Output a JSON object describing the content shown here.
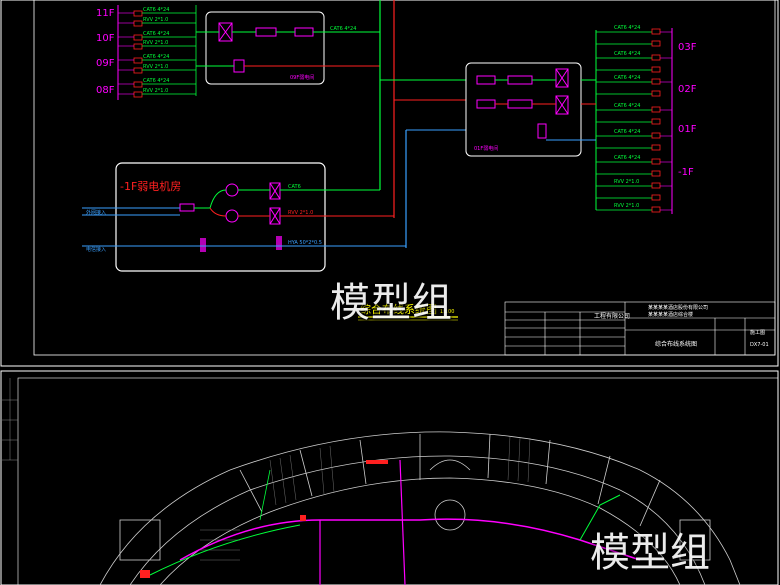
{
  "top_drawing": {
    "floor_labels_left": [
      "11F",
      "10F",
      "09F",
      "08F"
    ],
    "floor_labels_right": [
      "03F",
      "02F",
      "01F",
      "-1F"
    ],
    "room_title": "-1F弱电机房",
    "cabinet_09": "09F弱电间",
    "cabinet_01": "01F弱电间",
    "diagram_title": "综合布线系统图",
    "scale": "1:100",
    "company": "工程有限公司",
    "project_name": "某某某某酒店股份有限公司",
    "project_item": "某某某某酒店综合楼",
    "drawing_name": "综合布线系统图",
    "sheet_no": "DX7-01",
    "stage": "施工图"
  },
  "watermark": "模型组",
  "colors": {
    "background": "#000000",
    "frame": "#ffffff",
    "green_line": "#00ff3a",
    "magenta_line": "#ff00ff",
    "red_line": "#ff2020",
    "blue_line": "#3aa0ff",
    "yellow_title": "#ffff00"
  }
}
